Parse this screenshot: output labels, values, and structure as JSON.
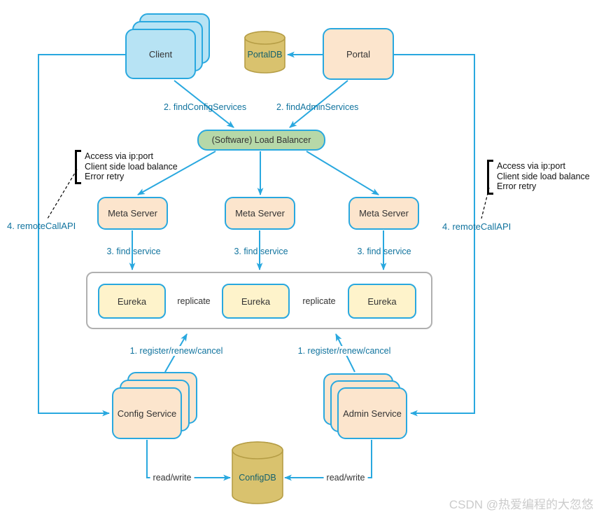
{
  "diagram": {
    "nodes": {
      "client": {
        "label": "Client"
      },
      "portal_db": {
        "label": "PortalDB"
      },
      "portal": {
        "label": "Portal"
      },
      "load_balancer": {
        "label": "(Software) Load Balancer"
      },
      "meta_servers": [
        "Meta Server",
        "Meta Server",
        "Meta Server"
      ],
      "eureka": [
        "Eureka",
        "Eureka",
        "Eureka"
      ],
      "config_service": {
        "label": "Config Service"
      },
      "admin_service": {
        "label": "Admin Service"
      },
      "config_db": {
        "label": "ConfigDB"
      }
    },
    "edge_labels": {
      "find_config_services": "2. findConfigServices",
      "find_admin_services": "2. findAdminServices",
      "find_service": [
        "3. find service",
        "3. find service",
        "3. find service"
      ],
      "replicate": [
        "replicate",
        "replicate"
      ],
      "register_renew_cancel": [
        "1. register/renew/cancel",
        "1. register/renew/cancel"
      ],
      "read_write": [
        "read/write",
        "read/write"
      ],
      "remote_call_api": [
        "4. remoteCallAPI",
        "4. remoteCallAPI"
      ]
    },
    "annotations": {
      "left": [
        "Access via ip:port",
        "Client side load balance",
        "Error retry"
      ],
      "right": [
        "Access via ip:port",
        "Client side load balance",
        "Error retry"
      ]
    },
    "colors": {
      "arrow": "#29A8DF",
      "node_blue": "#B7E3F4",
      "node_peach": "#FCE5CD",
      "node_green": "#B6D8A8",
      "node_yellow": "#FEF3CB",
      "cylinder_fill": "#D9C26E",
      "cylinder_stroke": "#B59D45",
      "blue_label_text": "#10739E",
      "db_label_text": "#15616D"
    }
  },
  "watermark": "CSDN @热爱编程的大忽悠"
}
